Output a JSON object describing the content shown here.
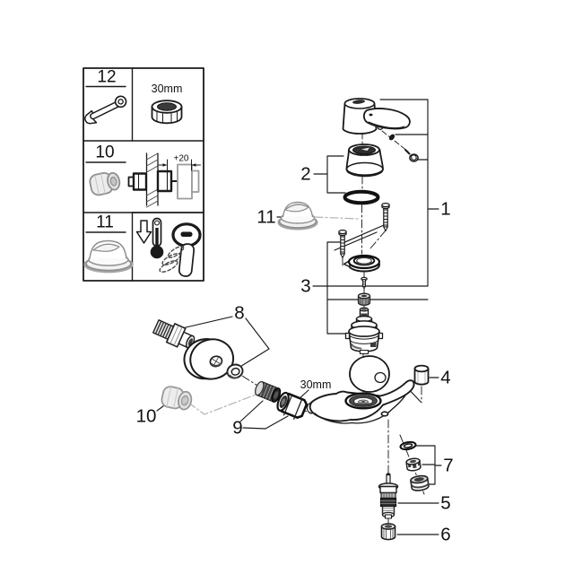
{
  "legend": {
    "row_12": {
      "number": "12",
      "nut_size": "30mm"
    },
    "row_10": {
      "number": "10",
      "extension_dimension": "+20"
    },
    "row_11": {
      "number": "11"
    }
  },
  "callouts": {
    "c1": "1",
    "c2": "2",
    "c3": "3",
    "c4": "4",
    "c5": "5",
    "c6": "6",
    "c7": "7",
    "c8": "8",
    "c9": "9",
    "c10": "10",
    "c11": "11"
  },
  "labels": {
    "mounting_nut_size": "30mm"
  },
  "colors": {
    "line": "#1a1a1a",
    "grey_part": "#8f8f8f",
    "background": "#ffffff"
  }
}
